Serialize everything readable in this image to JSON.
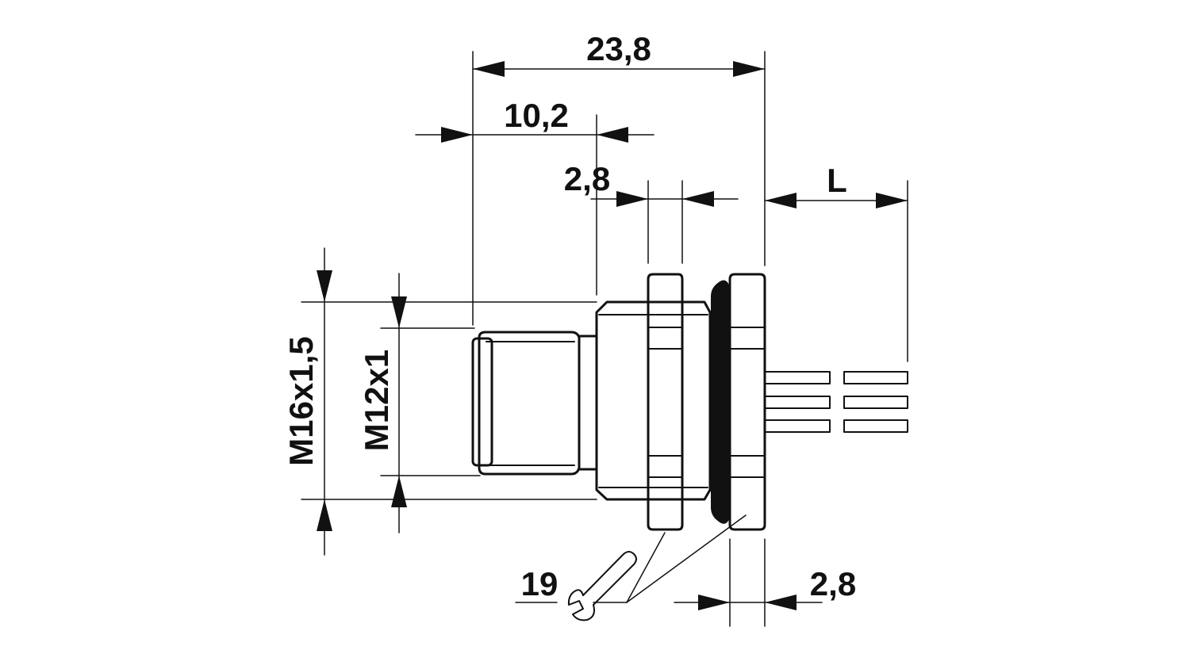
{
  "dimensions": {
    "overall_length": "23,8",
    "front_length": "10,2",
    "rear_nut_width": "2,8",
    "front_nut_width": "2,8",
    "lead_length": "L",
    "outer_thread": "M16x1,5",
    "inner_thread": "M12x1",
    "wrench_size": "19"
  },
  "icons": {
    "wrench": "wrench-icon"
  }
}
